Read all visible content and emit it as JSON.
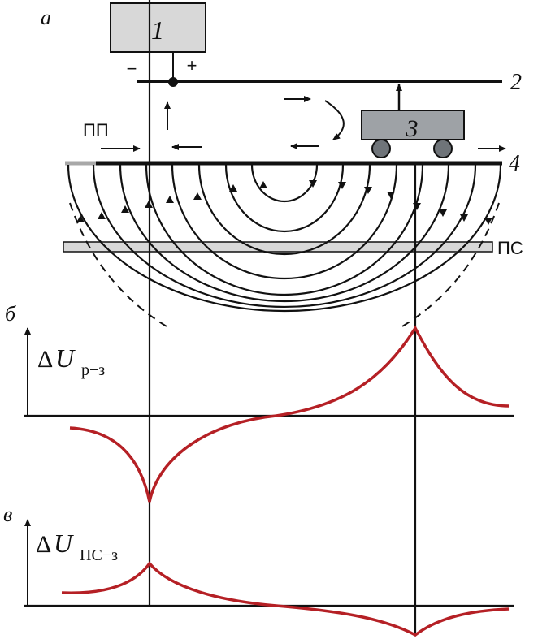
{
  "panel_labels": {
    "a": "а",
    "b": "б",
    "v": "в"
  },
  "components": {
    "source": "1",
    "contact_wire": "2",
    "locomotive": "3",
    "rail": "4",
    "minus": "−",
    "plus": "+"
  },
  "regions": {
    "cathode_zone": "ПП",
    "underground_structure": "ПС"
  },
  "axes": {
    "b": {
      "delta": "Δ",
      "U": "U",
      "subscript": "р−з"
    },
    "v": {
      "delta": "Δ",
      "U": "U",
      "subscript": "ПС−з"
    }
  },
  "colors": {
    "curve": "#b52025",
    "lines": "#111111",
    "box": "#d8d8d8",
    "loco": "#9ea2a6",
    "wheels": "#6f7479"
  }
}
